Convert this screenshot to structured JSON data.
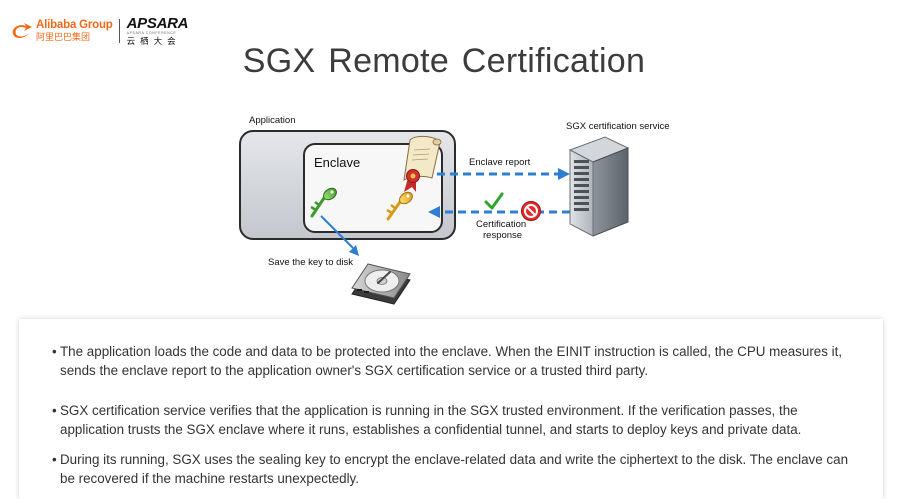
{
  "header": {
    "logo_alibaba_en": "Alibaba Group",
    "logo_alibaba_cn": "阿里巴巴集团",
    "logo_apsara_en": "APSARA",
    "logo_apsara_sub": "APSARA CONFERENCE",
    "logo_apsara_cn": "云栖大会",
    "brand_color": "#f26a1b"
  },
  "title": "SGX Remote Certification",
  "diagram": {
    "application_label": "Application",
    "enclave_label": "Enclave",
    "service_label": "SGX certification service",
    "enclave_report_label": "Enclave report",
    "certification_response_line1": "Certification",
    "certification_response_line2": "response",
    "save_key_label": "Save the key to disk",
    "arrow_color": "#2e7fd1",
    "icons": [
      "certificate-scroll-icon",
      "green-key-icon",
      "gold-key-icon",
      "checkmark-icon",
      "no-entry-icon",
      "server-icon",
      "hard-disk-icon"
    ]
  },
  "bullets": [
    {
      "dot": "•",
      "text": "The application loads the code and data to be protected into the enclave. When the EINIT instruction is called, the CPU measures it, sends the enclave report to the application owner's SGX certification service or a trusted third party."
    },
    {
      "dot": "•",
      "text": "SGX certification service verifies that the application is running in the SGX trusted environment. If the verification passes, the application trusts the SGX enclave where it runs, establishes a confidential tunnel, and starts to deploy keys and private data."
    },
    {
      "dot": "•",
      "text": "During its running, SGX uses the sealing key to encrypt the enclave-related data and write the ciphertext to the disk. The enclave can be recovered if the machine restarts unexpectedly."
    }
  ]
}
